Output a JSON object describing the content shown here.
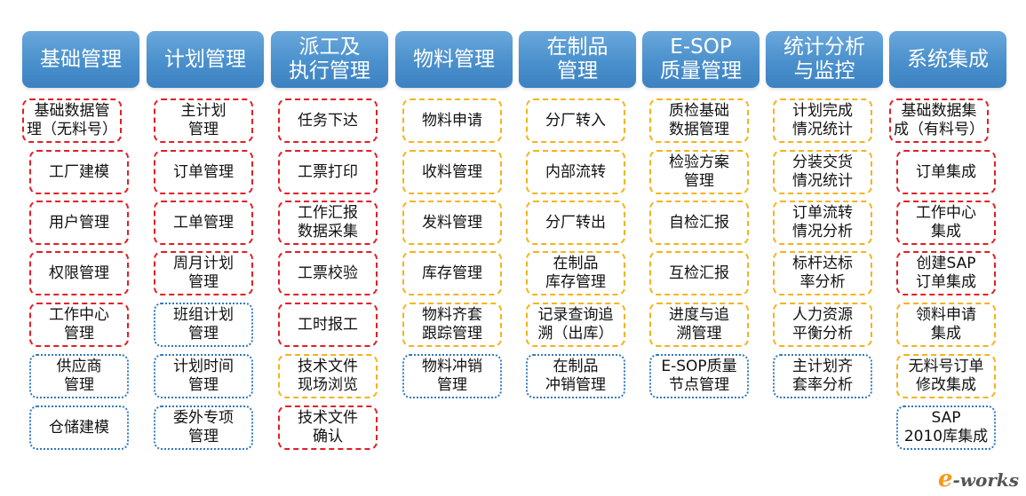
{
  "columns": [
    {
      "title": "基础管理",
      "items": [
        {
          "label": "基础数据管\n理（无料号）",
          "color": "red"
        },
        {
          "label": "工厂建模",
          "color": "red"
        },
        {
          "label": "用户管理",
          "color": "red"
        },
        {
          "label": "权限管理",
          "color": "red"
        },
        {
          "label": "工作中心\n管理",
          "color": "red"
        },
        {
          "label": "供应商\n管理",
          "color": "blue"
        },
        {
          "label": "仓储建模",
          "color": "blue"
        }
      ]
    },
    {
      "title": "计划管理",
      "items": [
        {
          "label": "主计划\n管理",
          "color": "red"
        },
        {
          "label": "订单管理",
          "color": "red"
        },
        {
          "label": "工单管理",
          "color": "red"
        },
        {
          "label": "周月计划\n管理",
          "color": "red"
        },
        {
          "label": "班组计划\n管理",
          "color": "blue"
        },
        {
          "label": "计划时间\n管理",
          "color": "blue"
        },
        {
          "label": "委外专项\n管理",
          "color": "blue"
        }
      ]
    },
    {
      "title": "派工及\n执行管理",
      "items": [
        {
          "label": "任务下达",
          "color": "red"
        },
        {
          "label": "工票打印",
          "color": "red"
        },
        {
          "label": "工作汇报\n数据采集",
          "color": "red"
        },
        {
          "label": "工票校验",
          "color": "red"
        },
        {
          "label": "工时报工",
          "color": "red"
        },
        {
          "label": "技术文件\n现场浏览",
          "color": "orange"
        },
        {
          "label": "技术文件\n确认",
          "color": "red"
        }
      ]
    },
    {
      "title": "物料管理",
      "items": [
        {
          "label": "物料申请",
          "color": "orange"
        },
        {
          "label": "收料管理",
          "color": "orange"
        },
        {
          "label": "发料管理",
          "color": "orange"
        },
        {
          "label": "库存管理",
          "color": "orange"
        },
        {
          "label": "物料齐套\n跟踪管理",
          "color": "orange"
        },
        {
          "label": "物料冲销\n管理",
          "color": "blue"
        }
      ]
    },
    {
      "title": "在制品\n管理",
      "items": [
        {
          "label": "分厂转入",
          "color": "orange"
        },
        {
          "label": "内部流转",
          "color": "orange"
        },
        {
          "label": "分厂转出",
          "color": "orange"
        },
        {
          "label": "在制品\n库存管理",
          "color": "orange"
        },
        {
          "label": "记录查询追\n溯（出库）",
          "color": "orange"
        },
        {
          "label": "在制品\n冲销管理",
          "color": "blue"
        }
      ]
    },
    {
      "title": "E-SOP\n质量管理",
      "items": [
        {
          "label": "质检基础\n数据管理",
          "color": "orange"
        },
        {
          "label": "检验方案\n管理",
          "color": "orange"
        },
        {
          "label": "自检汇报",
          "color": "orange"
        },
        {
          "label": "互检汇报",
          "color": "orange"
        },
        {
          "label": "进度与追\n溯管理",
          "color": "orange"
        },
        {
          "label": "E-SOP质量\n节点管理",
          "color": "blue"
        }
      ]
    },
    {
      "title": "统计分析\n与监控",
      "items": [
        {
          "label": "计划完成\n情况统计",
          "color": "orange"
        },
        {
          "label": "分装交货\n情况统计",
          "color": "orange"
        },
        {
          "label": "订单流转\n情况分析",
          "color": "orange"
        },
        {
          "label": "标杆达标\n率分析",
          "color": "orange"
        },
        {
          "label": "人力资源\n平衡分析",
          "color": "orange"
        },
        {
          "label": "主计划齐\n套率分析",
          "color": "blue"
        }
      ]
    },
    {
      "title": "系统集成",
      "items": [
        {
          "label": "基础数据集\n成（有料号）",
          "color": "red"
        },
        {
          "label": "订单集成",
          "color": "red"
        },
        {
          "label": "工作中心\n集成",
          "color": "red"
        },
        {
          "label": "创建SAP\n订单集成",
          "color": "red"
        },
        {
          "label": "领料申请\n集成",
          "color": "orange"
        },
        {
          "label": "无料号订单\n修改集成",
          "color": "orange"
        },
        {
          "label": "SAP\n2010库集成",
          "color": "blue"
        }
      ]
    }
  ],
  "logo": {
    "prefix": "e",
    "text": "-works"
  },
  "colors": {
    "header": "#4a90cc",
    "red": "#e21e26",
    "orange": "#f5b31a",
    "blue": "#2f78c4"
  }
}
